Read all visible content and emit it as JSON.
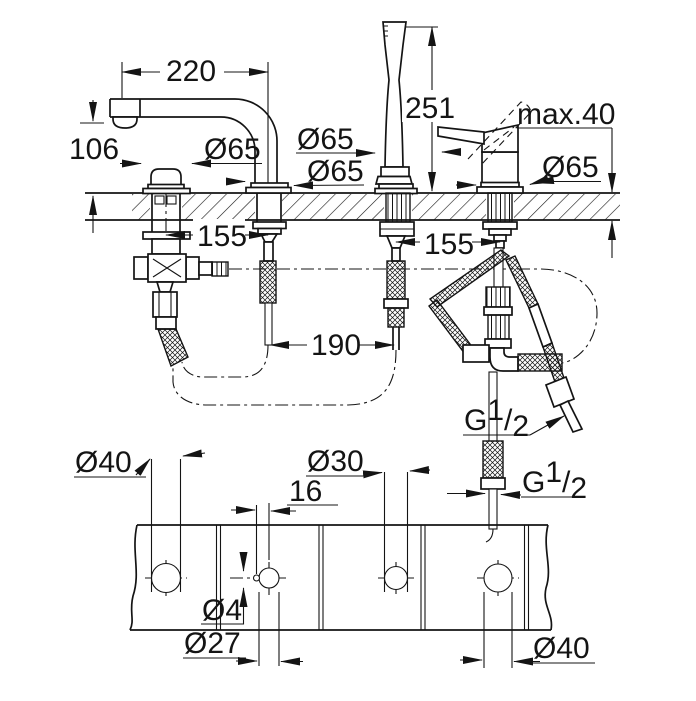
{
  "colors": {
    "line": "#141414",
    "background": "#ffffff"
  },
  "annotations": {
    "top_view": {
      "spout_reach": "220",
      "spout_height": "106",
      "handshower_height": "251",
      "deck_thickness_max": "max.40",
      "escutcheon_valve_dia": "Ø65",
      "escutcheon_spout_dia": "Ø65",
      "escutcheon_handshower_dia": "Ø65",
      "escutcheon_mixer_dia": "Ø65",
      "spacing_left": "155",
      "spacing_right": "155",
      "hose_loop_spacing": "190",
      "thread_upper": {
        "letter": "G",
        "numerator": "1",
        "slash": "/",
        "denominator": "2"
      },
      "thread_lower": {
        "letter": "G",
        "numerator": "1",
        "slash": "/",
        "denominator": "2"
      }
    },
    "plan_view": {
      "hole1_dia": "Ø40",
      "hole2_dia": "Ø27",
      "hole3_dia": "Ø30",
      "hole4_dia": "Ø40",
      "pin_hole_dia": "Ø4",
      "pin_hole_offset": "16"
    }
  }
}
